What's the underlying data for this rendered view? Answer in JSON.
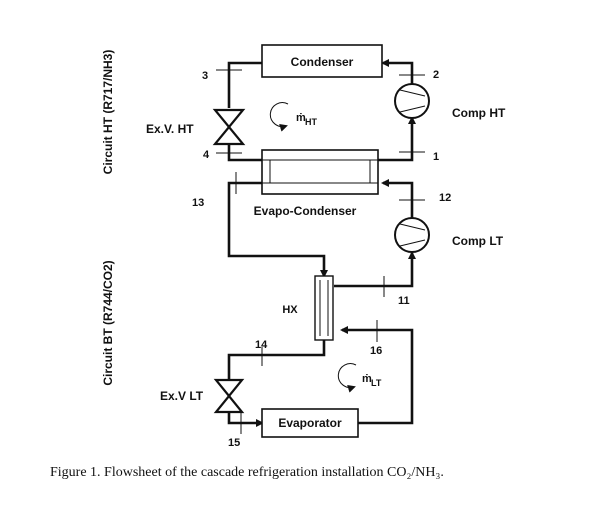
{
  "side_labels": {
    "circuit_ht": "Circuit HT (R717/NH3)",
    "circuit_bt": "Circuit BT (R744/CO2)"
  },
  "components": {
    "condenser": "Condenser",
    "evapo_condenser": "Evapo-Condenser",
    "evaporator": "Evaporator",
    "comp_ht": "Comp HT",
    "comp_lt": "Comp LT",
    "exv_ht": "Ex.V. HT",
    "exv_lt": "Ex.V LT",
    "hx": "HX"
  },
  "flow_labels": {
    "m_ht": "ṁ",
    "m_ht_sub": "HT",
    "m_lt": "ṁ",
    "m_lt_sub": "LT"
  },
  "state_points": [
    "1",
    "2",
    "3",
    "4",
    "11",
    "12",
    "13",
    "14",
    "15",
    "16"
  ],
  "caption": "Figure 1. Flowsheet of the cascade refrigeration installation CO₂/NH₃."
}
